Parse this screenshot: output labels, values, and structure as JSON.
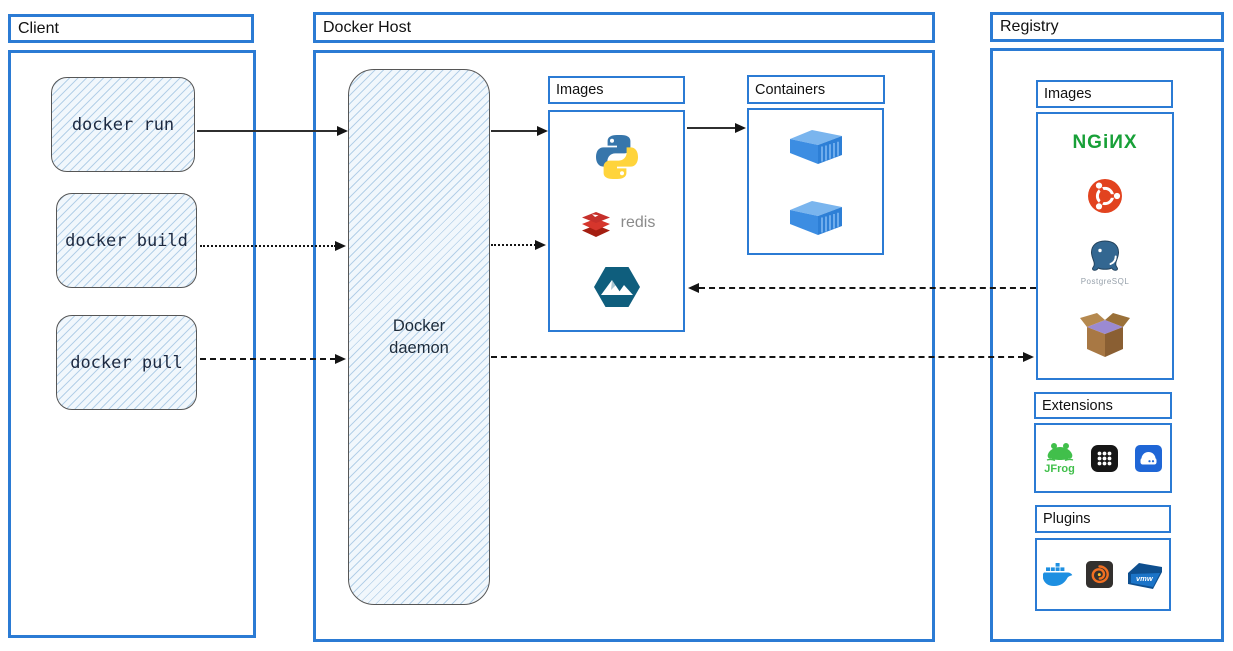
{
  "colors": {
    "panel_border": "#2b7bd4",
    "sketch_fill": "#f1f7fc",
    "sketch_border": "#565656",
    "arrow": "#141414",
    "nginx_green": "#18a038",
    "ubuntu_orange": "#e2431f",
    "postgres_blue": "#336791",
    "docker_blue": "#2496ed"
  },
  "client": {
    "title": "Client",
    "commands": [
      "docker run",
      "docker build",
      "docker pull"
    ]
  },
  "docker_host": {
    "title": "Docker Host",
    "daemon_label": "Docker daemon",
    "images_panel": {
      "title": "Images",
      "redis_label": "redis",
      "items": [
        "python",
        "redis",
        "alpine"
      ]
    },
    "containers_panel": {
      "title": "Containers",
      "container_count": 2
    }
  },
  "registry": {
    "title": "Registry",
    "images_panel": {
      "title": "Images",
      "nginx_text": "NGiИX",
      "postgres_text": "PostgreSQL",
      "items": [
        "nginx",
        "ubuntu",
        "postgresql",
        "package-box"
      ]
    },
    "extensions_panel": {
      "title": "Extensions",
      "jfrog_text": "JFrog",
      "items": [
        "jfrog",
        "app-grid",
        "disk-vm"
      ]
    },
    "plugins_panel": {
      "title": "Plugins",
      "vmware_text": "vmw",
      "items": [
        "docker-whale",
        "grafana",
        "vmware"
      ]
    }
  },
  "arrows": [
    {
      "from": "docker-run",
      "to": "docker-daemon",
      "style": "solid"
    },
    {
      "from": "docker-build",
      "to": "docker-daemon",
      "style": "dotted"
    },
    {
      "from": "docker-pull",
      "to": "docker-daemon",
      "style": "dashed"
    },
    {
      "from": "docker-daemon",
      "to": "host-images",
      "style": "solid"
    },
    {
      "from": "docker-daemon",
      "to": "host-images",
      "style": "dotted"
    },
    {
      "from": "host-images",
      "to": "containers",
      "style": "solid"
    },
    {
      "from": "registry-images",
      "to": "host-images",
      "style": "dashed"
    },
    {
      "from": "docker-daemon",
      "to": "registry-images",
      "style": "dashed"
    }
  ]
}
